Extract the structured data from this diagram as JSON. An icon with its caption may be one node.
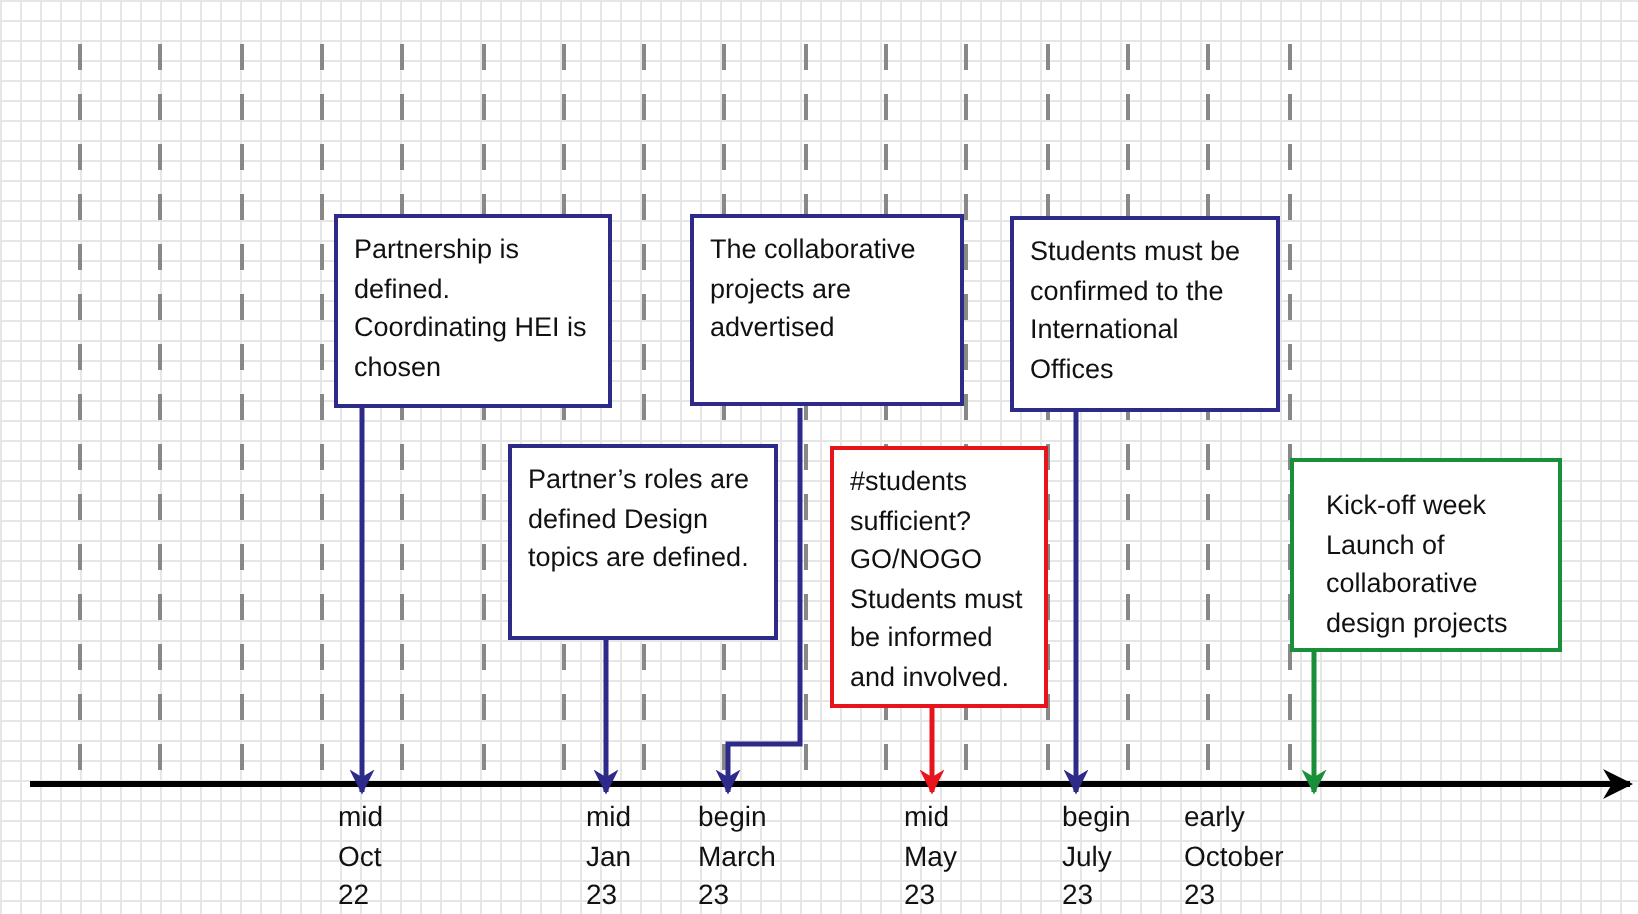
{
  "diagram": {
    "nodes": [
      {
        "text": [
          "Partnership is defined. Coordinating HEI is chosen"
        ]
      },
      {
        "text": [
          "The collaborative projects are advertised"
        ]
      },
      {
        "text": [
          "Partner’s roles are defined Design topics are defined."
        ]
      },
      {
        "text": [
          "#students sufficient? GO/NOGO Students must be informed and involved."
        ]
      },
      {
        "text": [
          "Students must be confirmed to the International Offices"
        ]
      },
      {
        "text": [
          "Kick-off week Launch of collaborative design projects"
        ]
      },
      {
        "text": [
          "mid Oct 22"
        ]
      },
      {
        "text": [
          "mid Jan 23"
        ]
      },
      {
        "text": [
          "begin March 23"
        ]
      },
      {
        "text": [
          "mid May 23"
        ]
      },
      {
        "text": [
          "begin July 23"
        ]
      },
      {
        "text": [
          "early October 23"
        ]
      }
    ],
    "edges": [
      {
        "from": 0,
        "to": 6,
        "arrow": "to"
      },
      {
        "from": 2,
        "to": 7,
        "arrow": "to"
      },
      {
        "from": 1,
        "to": 8,
        "arrow": "to"
      },
      {
        "from": 3,
        "to": 9,
        "arrow": "to",
        "color": "#e8141c"
      },
      {
        "from": 4,
        "to": 10,
        "arrow": "to"
      },
      {
        "from": 5,
        "to": 11,
        "arrow": "to",
        "color": "#1a8f3a"
      }
    ]
  }
}
